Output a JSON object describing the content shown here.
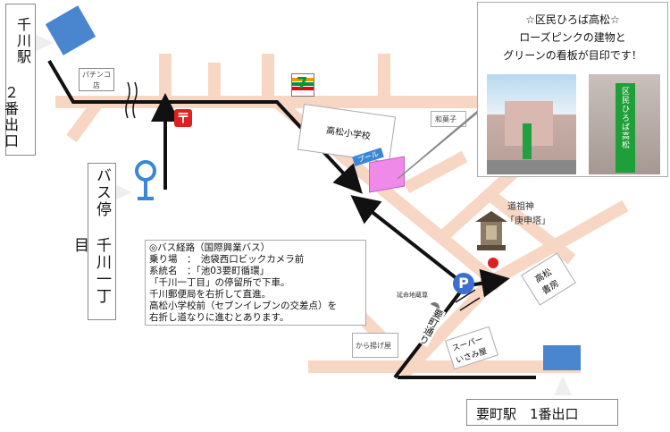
{
  "stations": {
    "senkawa": {
      "col1": "千川駅",
      "col2": "２番出口"
    },
    "kanamecho": "要町駅　1番出口"
  },
  "bus_stop": {
    "col1": "バス停",
    "col2": "千川一丁目"
  },
  "callout": {
    "title": "☆区民ひろば高松☆",
    "line1": "ローズピンクの建物と",
    "line2": "グリーンの看板が目印です！",
    "photo_sign": "区民ひろば高松"
  },
  "labels": {
    "pachinko": "パチンコ店",
    "school": "高松小学校",
    "pool": "プール",
    "wagashi": "和菓子",
    "dosojin": "道祖神",
    "koshinto": "「庚申塔」",
    "takamatsu_shobo_1": "高松",
    "takamatsu_shobo_2": "書房",
    "enmei_jizo": "延命地蔵尊",
    "karaage": "から揚げ屋",
    "super_1": "スーパー",
    "super_2": "いさみ屋",
    "kaname_street": "要町通り"
  },
  "bus_route": {
    "lines": [
      "◎バス経路（国際興業バス）",
      "乗り場　：　池袋西口ビックカメラ前",
      "系統名　：「池03要町循環」",
      "「千川一丁目」の停留所で下車。",
      "千川郵便局を右折して直進。",
      "高松小学校前（セブンイレブンの交差点）を",
      "右折し道なりに進むとあります。"
    ]
  },
  "colors": {
    "road": "#f7d6c4",
    "route": "#111111",
    "station": "#4a86d0",
    "destination": "#f08ae8",
    "parking": "#3b6fd0",
    "post": "#e02020"
  },
  "icons": [
    "seven-eleven-icon",
    "post-office-icon",
    "bus-stop-icon",
    "parking-icon",
    "shrine-icon"
  ]
}
